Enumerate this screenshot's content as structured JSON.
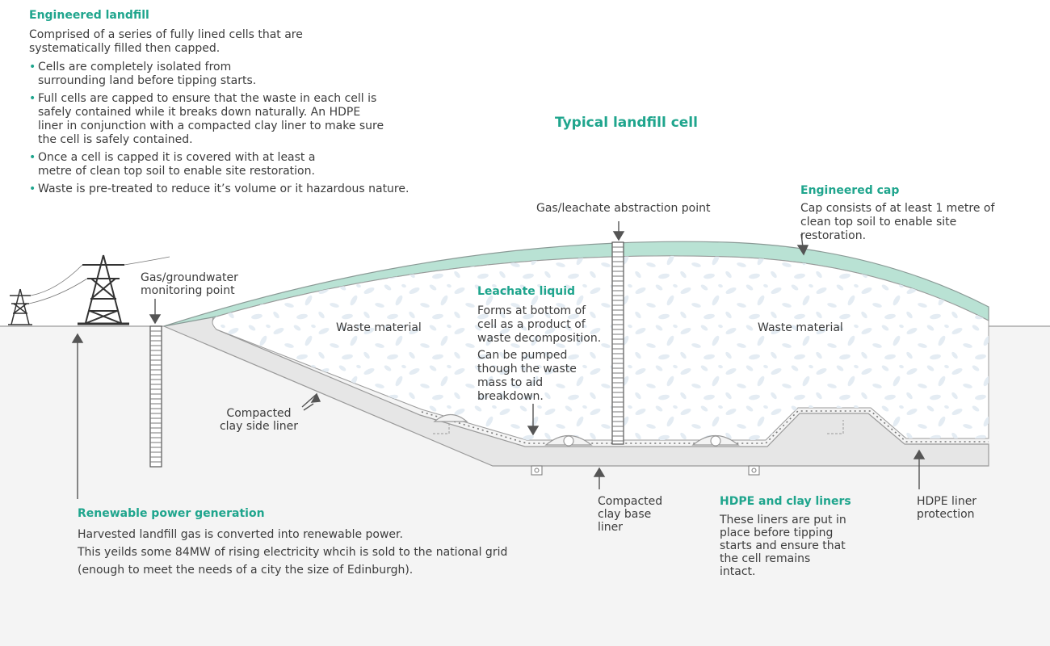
{
  "colors": {
    "accent": "#1fa58d",
    "cap": "#b9e2d4",
    "liner": "#e6e6e6",
    "outline": "#9a9a9a",
    "ground": "#f4f4f4",
    "waste_fleck": "#e4ecf3",
    "arrow": "#555555"
  },
  "diagram_title": "Typical landfill cell",
  "engineered_landfill": {
    "heading": "Engineered landfill",
    "intro": "Comprised of a series of fully lined cells that are systematically filled then capped.",
    "bullets": [
      "Cells are completely isolated from surrounding land before tipping starts.",
      "Full cells are capped to ensure that the waste in each cell is safely contained while it breaks down naturally. An HDPE liner in conjunction with a compacted clay liner to make sure the cell is safely contained.",
      "Once a cell is capped it is covered with at least a metre of clean top soil to enable site restoration.",
      "Waste is pre-treated to reduce it’s volume or it hazardous nature."
    ]
  },
  "engineered_cap": {
    "heading": "Engineered cap",
    "text": "Cap consists of at least 1 metre of clean top soil to enable site restoration."
  },
  "gas_leachate_point": "Gas/leachate abstraction point",
  "gas_groundwater_point": "Gas/groundwater monitoring point",
  "waste_left": "Waste material",
  "waste_right": "Waste material",
  "leachate": {
    "heading": "Leachate liquid",
    "paragraphs": [
      "Forms at bottom of cell as a product of waste decomposition.",
      "Can be pumped though the waste mass to aid breakdown."
    ]
  },
  "compacted_side_liner": "Compacted clay side liner",
  "compacted_base_liner": "Compacted clay base liner",
  "hdpe_clay": {
    "heading": "HDPE and clay liners",
    "text": "These liners are put in place before tipping starts and ensure that the cell remains intact."
  },
  "hdpe_protection": "HDPE liner protection",
  "renewable": {
    "heading": "Renewable power generation",
    "lines": [
      "Harvested landfill gas is converted into renewable power.",
      "This yeilds some 84MW of rising electricity whcih is sold to the national grid",
      "(enough to meet the needs of a city the size of Edinburgh)."
    ]
  }
}
